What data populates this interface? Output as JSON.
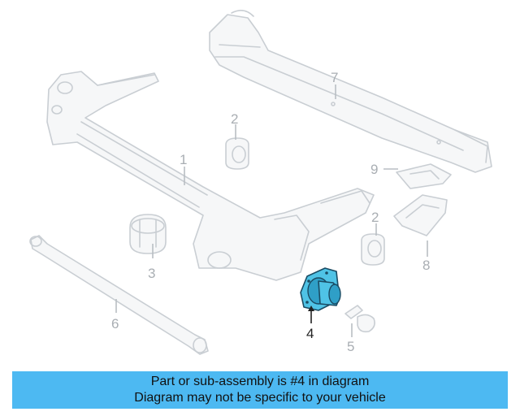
{
  "diagram": {
    "callouts": [
      {
        "id": "1",
        "label": "1",
        "highlighted": false
      },
      {
        "id": "2a",
        "label": "2",
        "highlighted": false
      },
      {
        "id": "2b",
        "label": "2",
        "highlighted": false
      },
      {
        "id": "3",
        "label": "3",
        "highlighted": false
      },
      {
        "id": "4",
        "label": "4",
        "highlighted": true
      },
      {
        "id": "5",
        "label": "5",
        "highlighted": false
      },
      {
        "id": "6",
        "label": "6",
        "highlighted": false
      },
      {
        "id": "7",
        "label": "7",
        "highlighted": false
      },
      {
        "id": "8",
        "label": "8",
        "highlighted": false
      },
      {
        "id": "9",
        "label": "9",
        "highlighted": false
      }
    ],
    "highlight_color": "#4fc3e6",
    "line_color": "#c9ced3"
  },
  "banner": {
    "line1": "Part or sub-assembly is #4 in diagram",
    "line2": "Diagram may not be specific to your vehicle",
    "background": "#4db9f2"
  }
}
